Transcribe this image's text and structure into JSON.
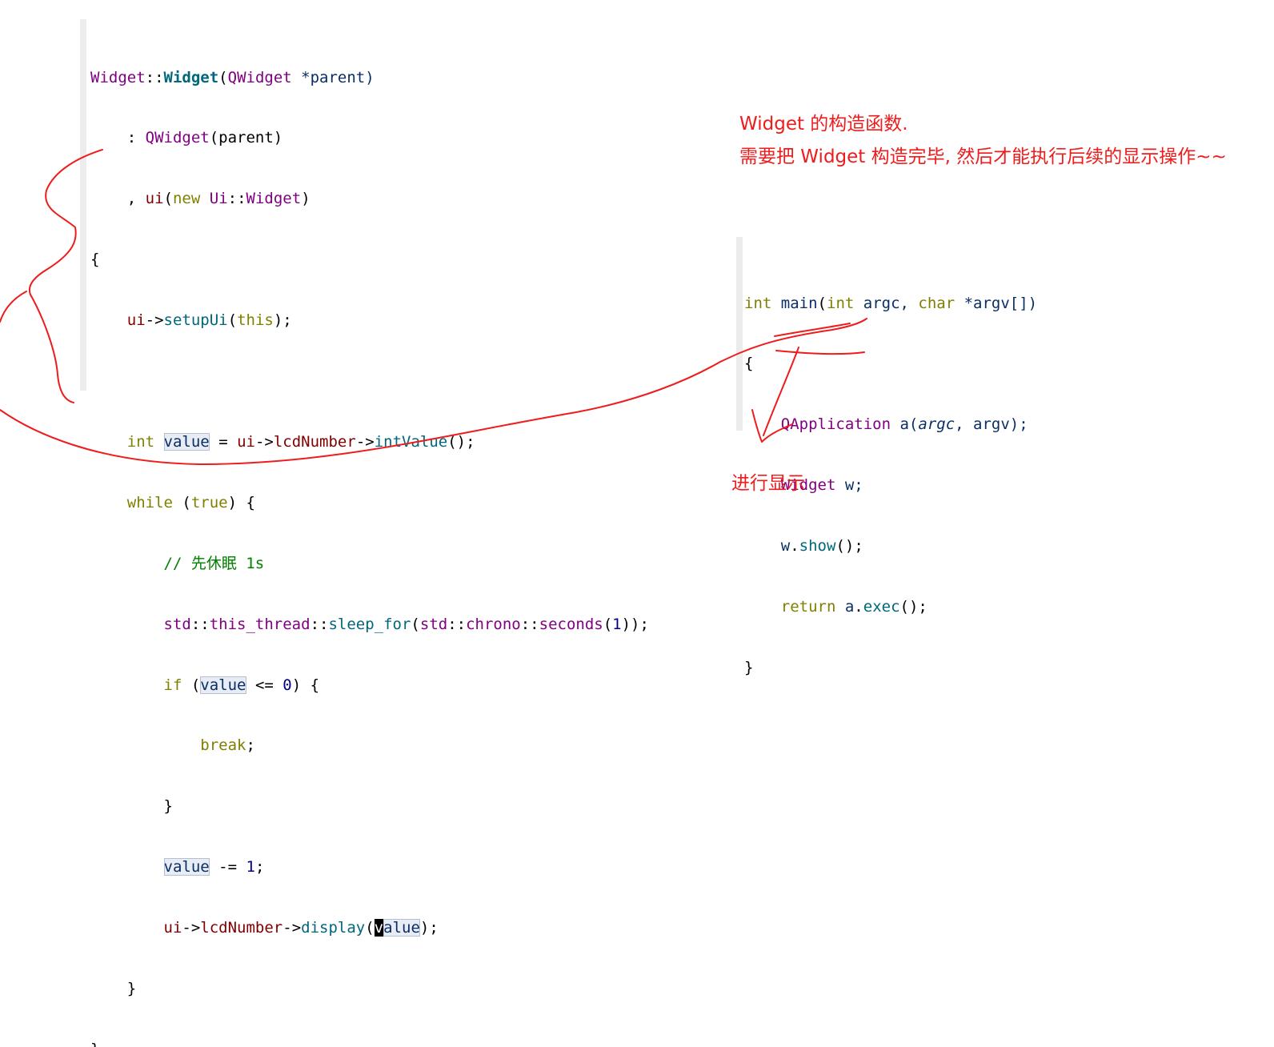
{
  "left_code": {
    "line1": {
      "class": "Widget",
      "sep": "::",
      "ctor": "Widget",
      "open": "(",
      "param_type": "QWidget",
      "param_rest": " *parent)"
    },
    "line2": {
      "indent": "    : ",
      "base": "QWidget",
      "args": "(parent)"
    },
    "line3": {
      "indent": "    , ",
      "member": "ui",
      "open": "(",
      "kw_new": "new",
      "space": " ",
      "ns": "Ui",
      "sep": "::",
      "type": "Widget",
      "close": ")"
    },
    "line4": {
      "text": "{"
    },
    "line5": {
      "indent": "    ",
      "obj": "ui",
      "arrow": "->",
      "method": "setupUi",
      "open": "(",
      "kw_this": "this",
      "close": ");"
    },
    "line7": {
      "indent": "    ",
      "kw_int": "int",
      "space": " ",
      "var": "value",
      "eq": " = ",
      "obj": "ui",
      "arrow1": "->",
      "member": "lcdNumber",
      "arrow2": "->",
      "method": "intValue",
      "close": "();"
    },
    "line8": {
      "indent": "    ",
      "kw_while": "while",
      "open": " (",
      "kw_true": "true",
      "close": ") {"
    },
    "line9": {
      "indent": "        ",
      "comment": "// 先休眠 1s"
    },
    "line10": {
      "indent": "        ",
      "std1": "std",
      "sep1": "::",
      "ns": "this_thread",
      "sep2": "::",
      "fn": "sleep_for",
      "open1": "(",
      "std2": "std",
      "sep3": "::",
      "chrono": "chrono",
      "sep4": "::",
      "seconds": "seconds",
      "open2": "(",
      "num": "1",
      "close": "));"
    },
    "line11": {
      "indent": "        ",
      "kw_if": "if",
      "open": " (",
      "var": "value",
      "op": " <= ",
      "num": "0",
      "close": ") {"
    },
    "line12": {
      "indent": "            ",
      "kw_break": "break",
      "semi": ";"
    },
    "line13": {
      "text": "        }"
    },
    "line14": {
      "indent": "        ",
      "var": "value",
      "op": " -= ",
      "num": "1",
      "semi": ";"
    },
    "line15": {
      "indent": "        ",
      "obj": "ui",
      "arrow1": "->",
      "member": "lcdNumber",
      "arrow2": "->",
      "method": "display",
      "open": "(",
      "cursor_char": "v",
      "var_rest": "alue",
      "close": ");"
    },
    "line16": {
      "text": "    }"
    },
    "line17": {
      "text": "}"
    }
  },
  "right_code": {
    "line1": {
      "kw_int": "int",
      "space1": " ",
      "fn": "main",
      "open": "(",
      "kw_int2": "int",
      "argc": " argc, ",
      "kw_char": "char",
      "argv": " *argv[])"
    },
    "line2": {
      "text": "{"
    },
    "line3": {
      "indent": "    ",
      "type": "QApplication",
      "var": " a(",
      "argc": "argc",
      "rest": ", argv);"
    },
    "line4": {
      "indent": "    ",
      "type": "Widget",
      "rest": " w;"
    },
    "line5": {
      "indent": "    ",
      "obj": "w",
      "dot": ".",
      "method": "show",
      "close": "();"
    },
    "line6": {
      "indent": "    ",
      "kw_return": "return",
      "obj": " a",
      "dot": ".",
      "method": "exec",
      "close": "();"
    },
    "line7": {
      "text": "}"
    }
  },
  "notes": {
    "constructor_note": "Widget 的构造函数.",
    "wait_note": "需要把 Widget 构造完毕, 然后才能执行后续的显示操作~~",
    "display_note": "进行显示"
  },
  "colors": {
    "annotation": "#ee1c1c",
    "keyword": "#808000",
    "type": "#800080",
    "function": "#00677c",
    "identifier": "#092e64",
    "member": "#800000",
    "number": "#000080",
    "comment": "#008000"
  }
}
